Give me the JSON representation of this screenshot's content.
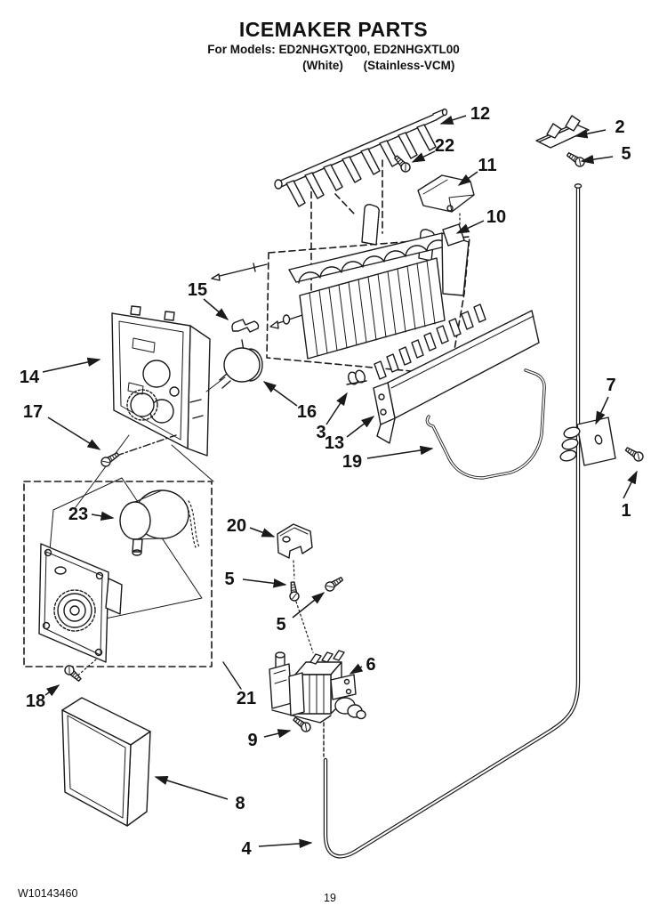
{
  "header": {
    "title": "ICEMAKER PARTS",
    "models_line": "For Models: ED2NHGXTQ00, ED2NHGXTL00",
    "finish_white": "(White)",
    "finish_stainless": "(Stainless-VCM)"
  },
  "footer": {
    "doc_number": "W10143460",
    "page_number": "19"
  },
  "diagram": {
    "type": "exploded-parts-diagram",
    "line_color": "#1a1a1a",
    "callouts": [
      {
        "label": "12"
      },
      {
        "label": "2"
      },
      {
        "label": "22"
      },
      {
        "label": "5"
      },
      {
        "label": "11"
      },
      {
        "label": "10"
      },
      {
        "label": "15"
      },
      {
        "label": "14"
      },
      {
        "label": "16"
      },
      {
        "label": "17"
      },
      {
        "label": "3"
      },
      {
        "label": "13"
      },
      {
        "label": "19"
      },
      {
        "label": "7"
      },
      {
        "label": "1"
      },
      {
        "label": "23"
      },
      {
        "label": "20"
      },
      {
        "label": "5"
      },
      {
        "label": "5"
      },
      {
        "label": "6"
      },
      {
        "label": "18"
      },
      {
        "label": "21"
      },
      {
        "label": "9"
      },
      {
        "label": "8"
      },
      {
        "label": "4"
      }
    ]
  }
}
